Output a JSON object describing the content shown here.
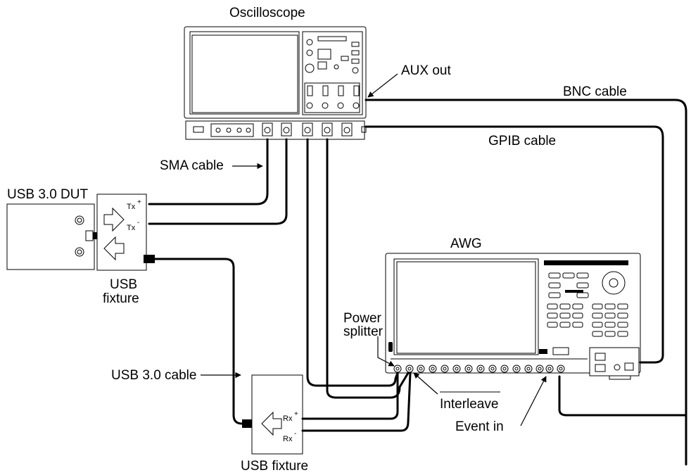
{
  "labels": {
    "oscilloscope": "Oscilloscope",
    "aux_out": "AUX out",
    "bnc_cable": "BNC cable",
    "gpib_cable": "GPIB cable",
    "sma_cable": "SMA cable",
    "usb_dut": "USB 3.0 DUT",
    "usb_fixture_top_1": "USB",
    "usb_fixture_top_2": "fixture",
    "awg": "AWG",
    "power_splitter_1": "Power",
    "power_splitter_2": "splitter",
    "usb_cable": "USB 3.0 cable",
    "interleave": "Interleave",
    "event_in": "Event in",
    "usb_fixture_bottom": "USB fixture",
    "tx": "Tx",
    "rx": "Rx",
    "plus": "+",
    "minus": "-"
  }
}
